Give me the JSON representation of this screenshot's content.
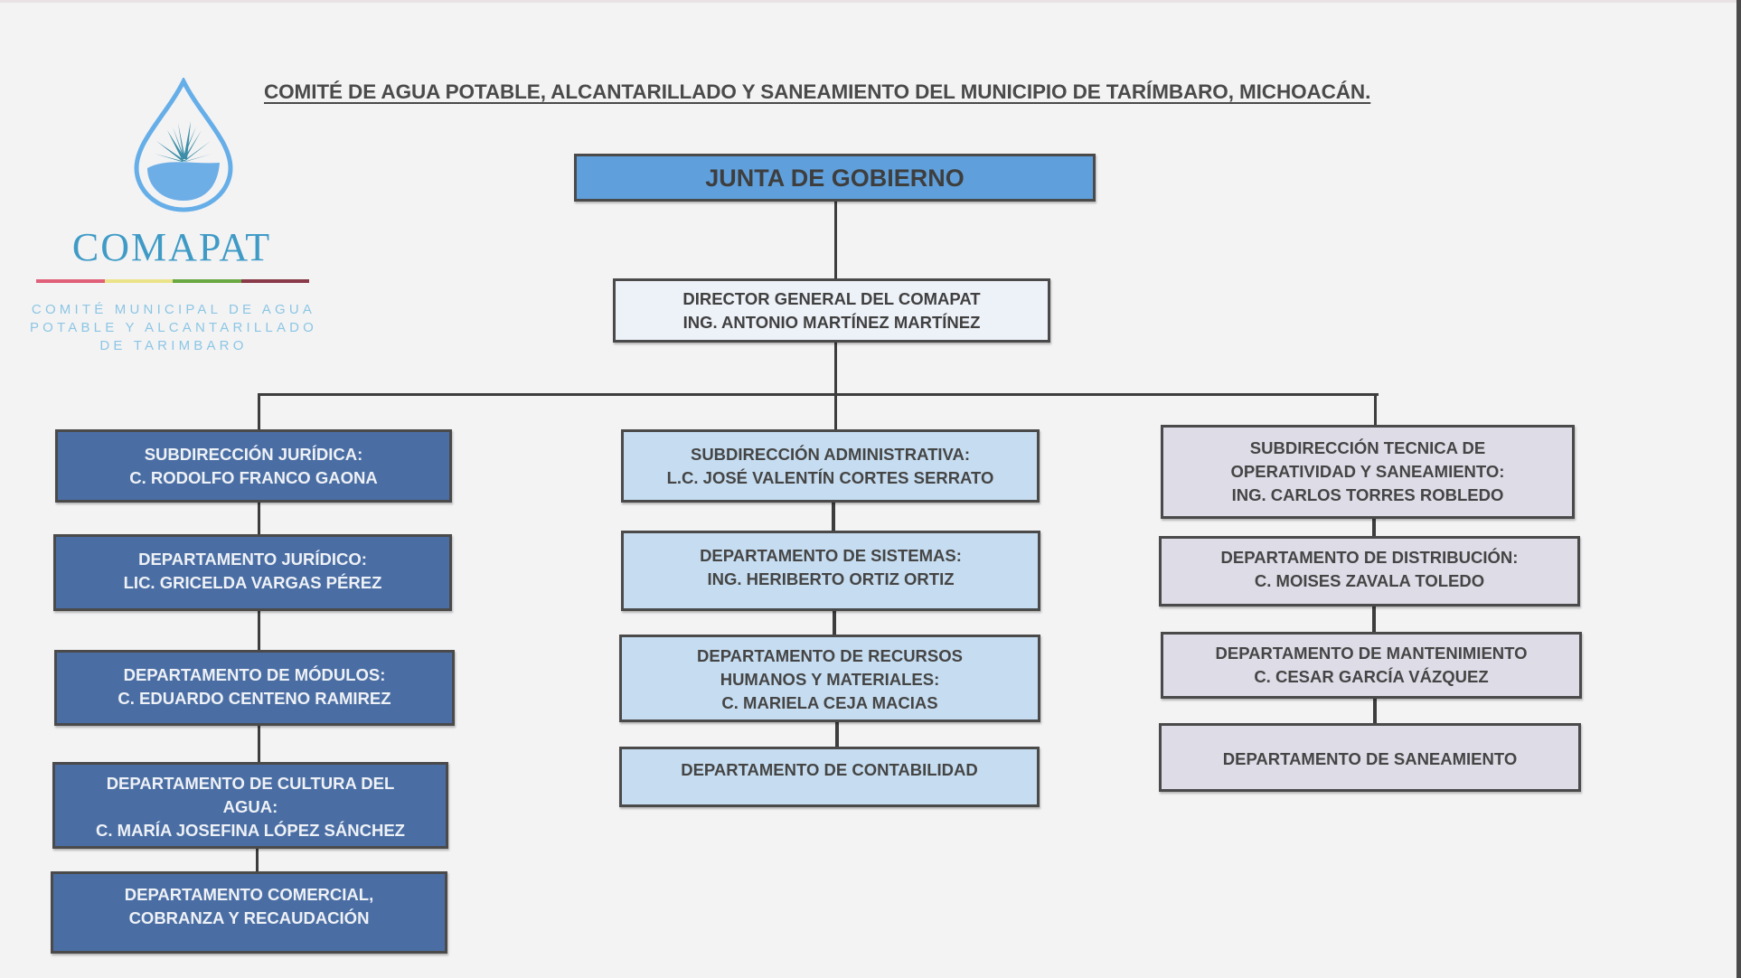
{
  "document": {
    "title": "COMITÉ DE AGUA POTABLE, ALCANTARILLADO Y SANEAMIENTO DEL MUNICIPIO DE TARÍMBARO, MICHOACÁN."
  },
  "logo": {
    "icon": "water-drop-agave-icon",
    "name": "COMAPAT",
    "subtitle_lines": [
      "COMITÉ MUNICIPAL DE AGUA",
      "POTABLE Y ALCANTARILLADO",
      "DE TARIMBARO"
    ],
    "bar_colors": [
      "#e0607a",
      "#e8e07a",
      "#6aa843",
      "#8a3a48"
    ],
    "colors": {
      "primary": "#3f9bc6",
      "drop": "#5fa8e6",
      "agave": "#3d8ea8",
      "subtitle": "#8cc6e4"
    }
  },
  "chart": {
    "top": {
      "junta": {
        "lines": [
          "JUNTA DE GOBIERNO"
        ]
      },
      "director": {
        "lines": [
          "DIRECTOR GENERAL DEL COMAPAT",
          "ING. ANTONIO MARTÍNEZ MARTÍNEZ"
        ]
      }
    },
    "columns": [
      {
        "name": "juridica",
        "color": "#4a6ea4",
        "boxes": [
          {
            "lines": [
              "SUBDIRECCIÓN JURÍDICA:",
              "C. RODOLFO FRANCO GAONA"
            ]
          },
          {
            "lines": [
              "DEPARTAMENTO JURÍDICO:",
              "LIC. GRICELDA VARGAS PÉREZ"
            ]
          },
          {
            "lines": [
              "DEPARTAMENTO DE MÓDULOS:",
              "C. EDUARDO CENTENO RAMIREZ"
            ]
          },
          {
            "lines": [
              "DEPARTAMENTO DE CULTURA DEL",
              "AGUA:",
              "C. MARÍA JOSEFINA LÓPEZ SÁNCHEZ"
            ]
          },
          {
            "lines": [
              "DEPARTAMENTO COMERCIAL,",
              "COBRANZA Y RECAUDACIÓN"
            ]
          }
        ]
      },
      {
        "name": "administrativa",
        "color": "#c6ddf1",
        "boxes": [
          {
            "lines": [
              "SUBDIRECCIÓN ADMINISTRATIVA:",
              "L.C. JOSÉ VALENTÍN CORTES SERRATO"
            ]
          },
          {
            "lines": [
              "DEPARTAMENTO DE SISTEMAS:",
              "ING. HERIBERTO ORTIZ ORTIZ"
            ]
          },
          {
            "lines": [
              "DEPARTAMENTO DE RECURSOS",
              "HUMANOS Y MATERIALES:",
              "C. MARIELA CEJA MACIAS"
            ]
          },
          {
            "lines": [
              "DEPARTAMENTO DE CONTABILIDAD"
            ]
          }
        ]
      },
      {
        "name": "tecnica",
        "color": "#dddce7",
        "boxes": [
          {
            "lines": [
              "SUBDIRECCIÓN TECNICA DE",
              "OPERATIVIDAD Y SANEAMIENTO:",
              "ING. CARLOS TORRES ROBLEDO"
            ]
          },
          {
            "lines": [
              "DEPARTAMENTO DE DISTRIBUCIÓN:",
              "C. MOISES ZAVALA TOLEDO"
            ]
          },
          {
            "lines": [
              "DEPARTAMENTO DE MANTENIMIENTO",
              "C. CESAR GARCÍA VÁZQUEZ"
            ]
          },
          {
            "lines": [
              "DEPARTAMENTO DE SANEAMIENTO"
            ]
          }
        ]
      }
    ]
  }
}
